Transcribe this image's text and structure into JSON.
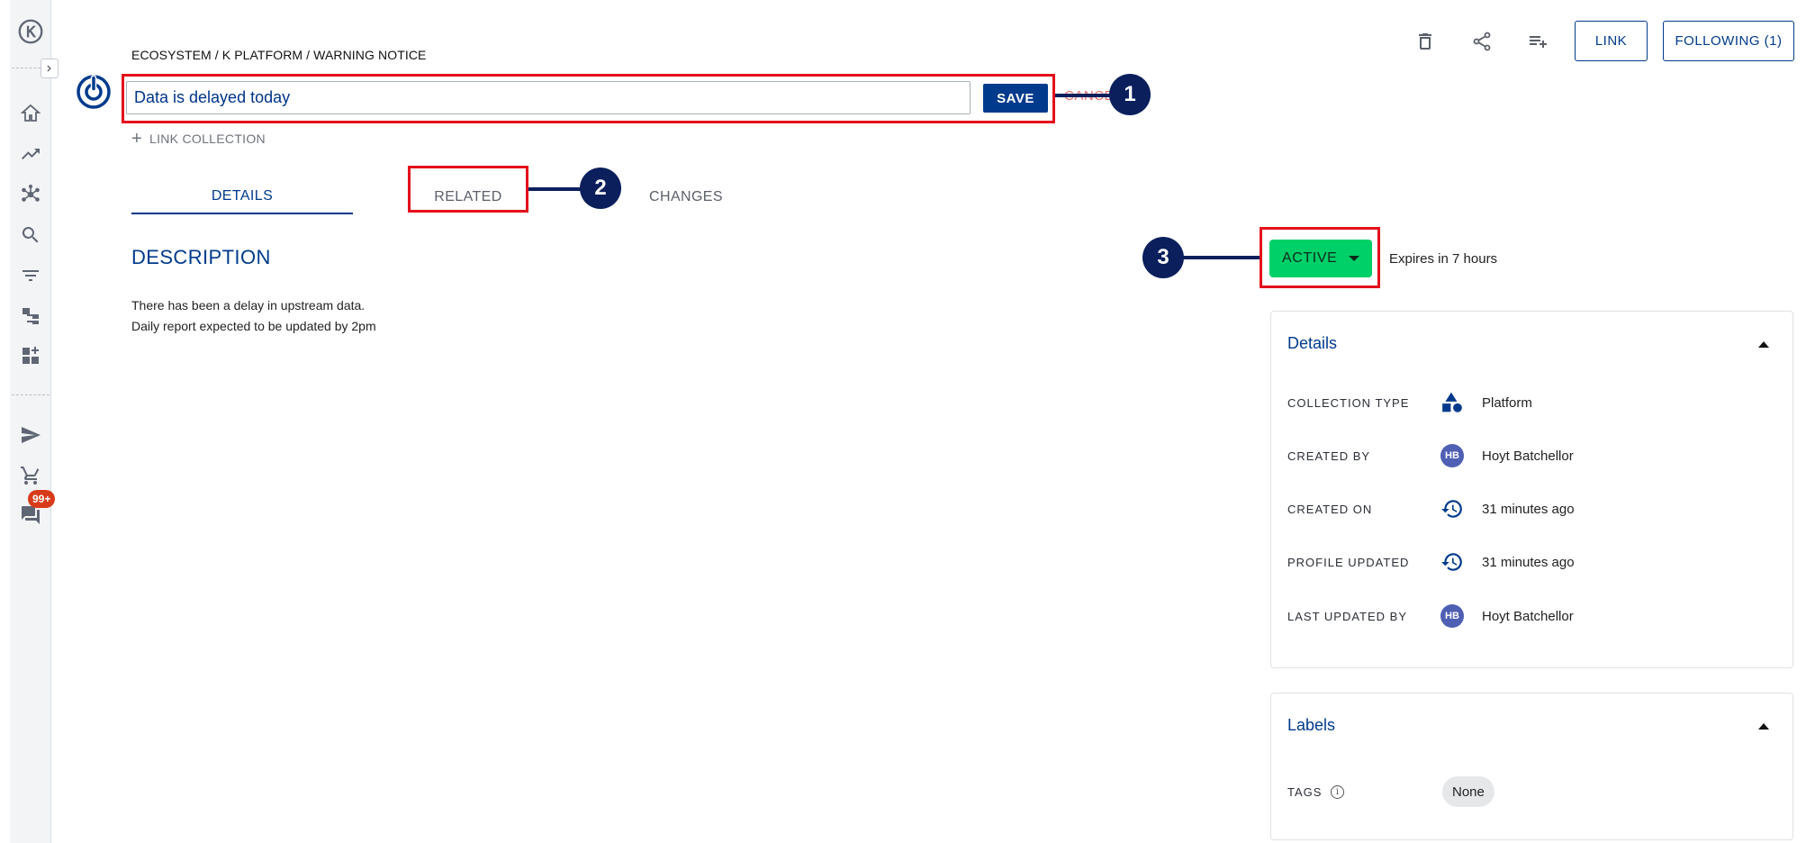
{
  "breadcrumb": "ECOSYSTEM / K PLATFORM / WARNING NOTICE",
  "title": {
    "value": "Data is delayed today",
    "save_label": "SAVE",
    "cancel_label": "CANCEL"
  },
  "link_collection": {
    "label": "LINK COLLECTION"
  },
  "header_actions": {
    "link_label": "LINK",
    "following_label": "FOLLOWING (1)"
  },
  "tabs": [
    {
      "label": "DETAILS",
      "active": true
    },
    {
      "label": "RELATED",
      "active": false
    },
    {
      "label": "CHANGES",
      "active": false
    }
  ],
  "description": {
    "title": "DESCRIPTION",
    "lines": [
      "There has been a delay in upstream data.",
      "Daily report expected to be updated by 2pm"
    ]
  },
  "status": {
    "label": "ACTIVE",
    "color": "#00d068",
    "expires": "Expires in 7 hours"
  },
  "annotations": [
    "1",
    "2",
    "3"
  ],
  "details_panel": {
    "title": "Details",
    "rows": [
      {
        "label": "COLLECTION TYPE",
        "value": "Platform",
        "icon": "shapes-icon"
      },
      {
        "label": "CREATED BY",
        "value": "Hoyt Batchellor",
        "avatar": "HB"
      },
      {
        "label": "CREATED ON",
        "value": "31 minutes ago",
        "icon": "history-icon"
      },
      {
        "label": "PROFILE UPDATED",
        "value": "31 minutes ago",
        "icon": "history-icon"
      },
      {
        "label": "LAST UPDATED BY",
        "value": "Hoyt Batchellor",
        "avatar": "HB"
      }
    ]
  },
  "labels_panel": {
    "title": "Labels",
    "tags_label": "TAGS",
    "tags_value": "None"
  },
  "sidebar": {
    "notification_badge": "99+"
  },
  "colors": {
    "primary": "#003a8c",
    "highlight": "#e4101c",
    "annotation": "#0a1f5c",
    "active_status": "#00d068"
  }
}
